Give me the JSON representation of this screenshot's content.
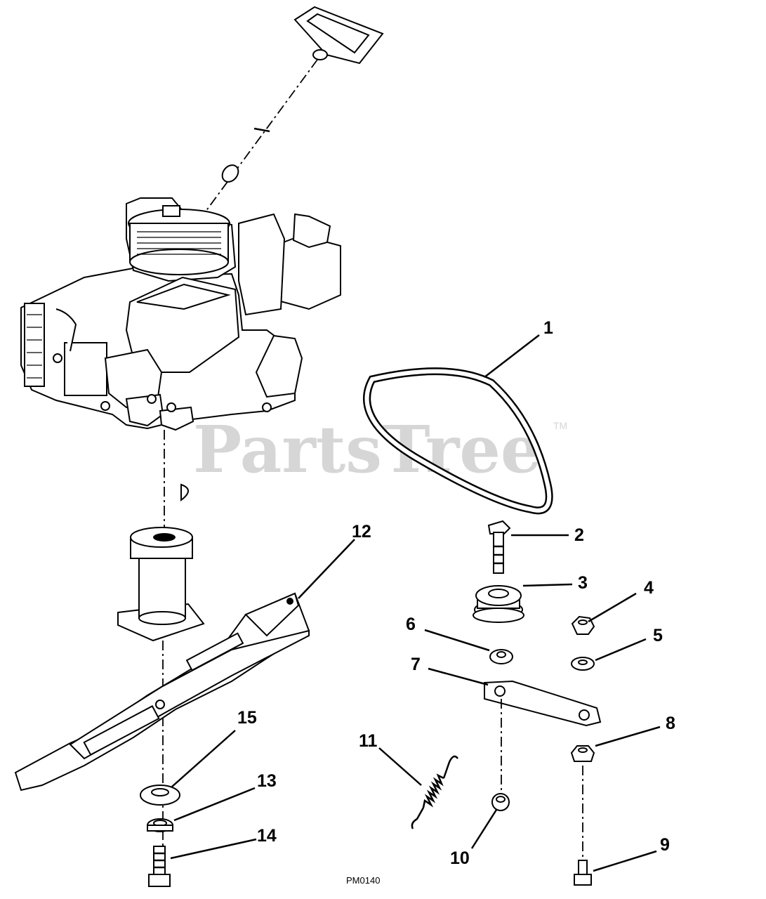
{
  "watermark": {
    "text": "PartsTree",
    "trademark": "TM"
  },
  "drawing_code": "PM0140",
  "callouts": [
    {
      "id": "1",
      "label": "1"
    },
    {
      "id": "2",
      "label": "2"
    },
    {
      "id": "3",
      "label": "3"
    },
    {
      "id": "4",
      "label": "4"
    },
    {
      "id": "5",
      "label": "5"
    },
    {
      "id": "6",
      "label": "6"
    },
    {
      "id": "7",
      "label": "7"
    },
    {
      "id": "8",
      "label": "8"
    },
    {
      "id": "9",
      "label": "9"
    },
    {
      "id": "10",
      "label": "10"
    },
    {
      "id": "11",
      "label": "11"
    },
    {
      "id": "12",
      "label": "12"
    },
    {
      "id": "13",
      "label": "13"
    },
    {
      "id": "14",
      "label": "14"
    },
    {
      "id": "15",
      "label": "15"
    }
  ]
}
